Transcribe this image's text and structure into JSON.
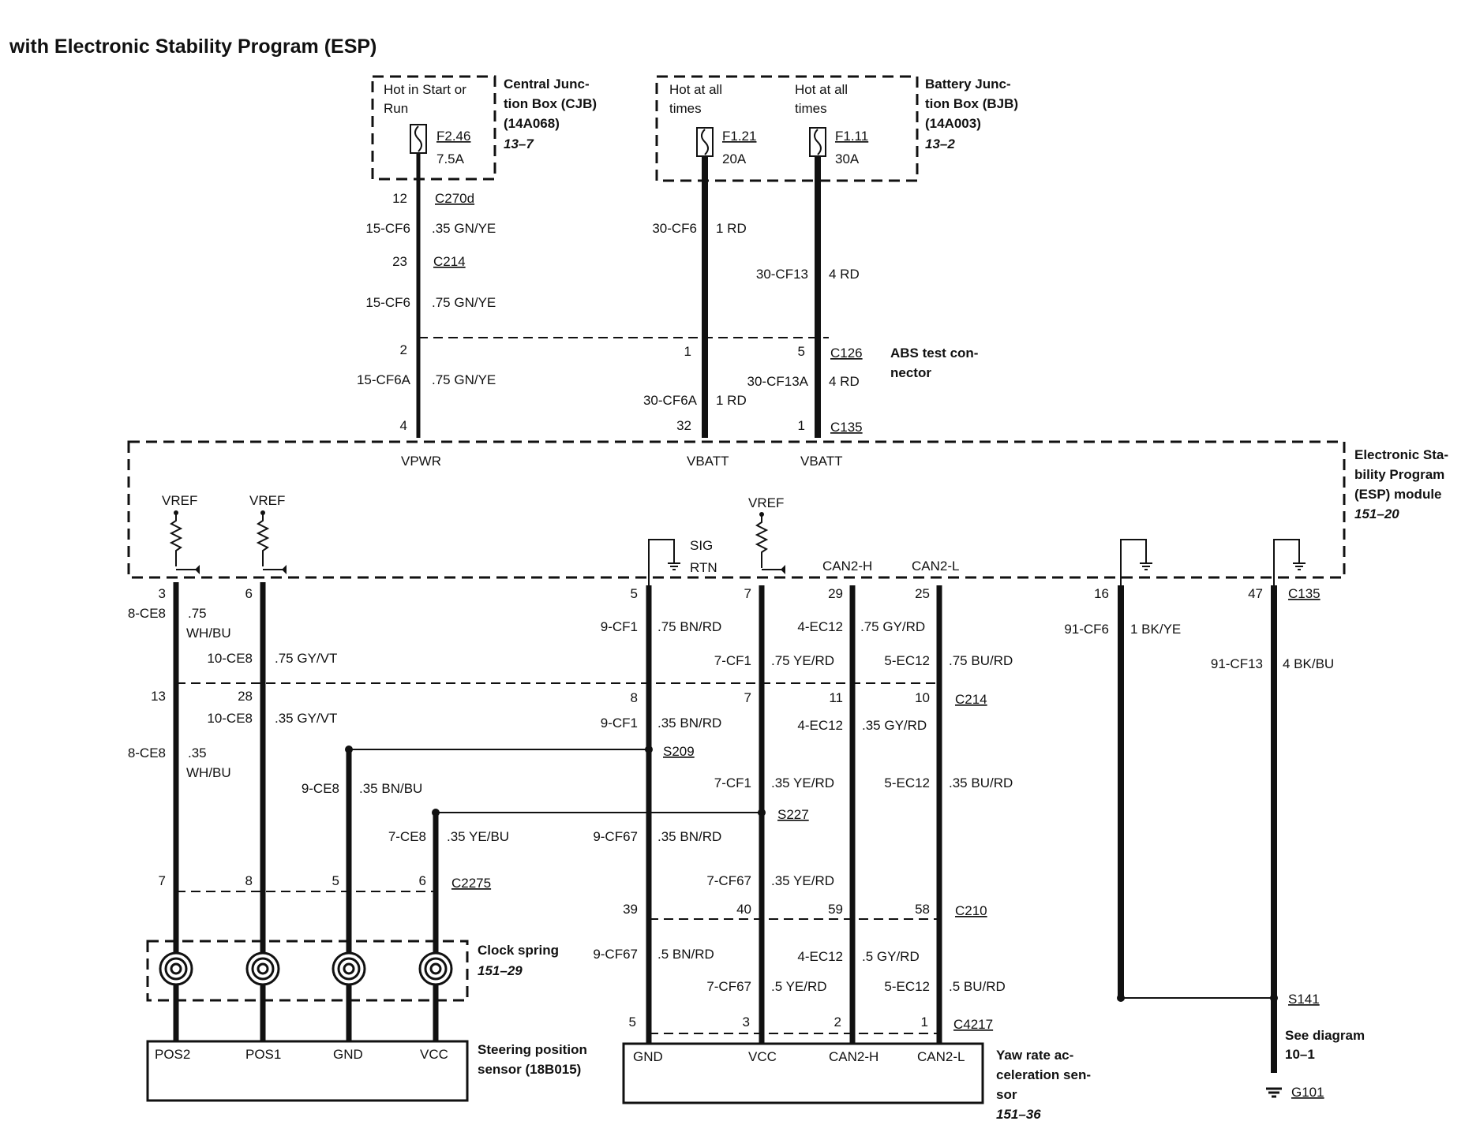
{
  "title": "with Electronic Stability Program (ESP)",
  "cjb": {
    "condition_l1": "Hot in Start or",
    "condition_l2": "Run",
    "fuse_id": "F2.46",
    "fuse_rating": "7.5A",
    "name_l1": "Central Junc-",
    "name_l2": "tion Box (CJB)",
    "part": "(14A068)",
    "ref": "13–7"
  },
  "bjb": {
    "fuse1_cond_l1": "Hot at all",
    "fuse1_cond_l2": "times",
    "fuse1_id": "F1.21",
    "fuse1_rating": "20A",
    "fuse2_cond_l1": "Hot at all",
    "fuse2_cond_l2": "times",
    "fuse2_id": "F1.11",
    "fuse2_rating": "30A",
    "name_l1": "Battery Junc-",
    "name_l2": "tion Box (BJB)",
    "part": "(14A003)",
    "ref": "13–2"
  },
  "power_wires": {
    "pin_12": "12",
    "c270d": "C270d",
    "w15cf6": "15-CF6",
    "g35gnye": ".35 GN/YE",
    "pin_23": "23",
    "c214": "C214",
    "w15cf6b": "15-CF6",
    "g75gnye": ".75 GN/YE",
    "w30cf6": "30-CF6",
    "g1rd": "1 RD",
    "w30cf13": "30-CF13",
    "g4rd": "4 RD",
    "pin_2": "2",
    "pin_1": "1",
    "pin_5": "5",
    "c126": "C126",
    "abs_l1": "ABS test con-",
    "abs_l2": "nector",
    "w15cf6a": "15-CF6A",
    "g75gnye_b": ".75 GN/YE",
    "w30cf13a": "30-CF13A",
    "g4rd_b": "4 RD",
    "w30cf6a": "30-CF6A",
    "g1rd_b": "1 RD",
    "pin_4": "4",
    "pin_32": "32",
    "pin_1b": "1",
    "c135": "C135",
    "vpwr": "VPWR",
    "vbatt1": "VBATT",
    "vbatt2": "VBATT"
  },
  "esp_module": {
    "name_l1": "Electronic Sta-",
    "name_l2": "bility Program",
    "name_l3": "(ESP) module",
    "ref": "151–20",
    "vref1": "VREF",
    "vref2": "VREF",
    "vref3": "VREF",
    "sig": "SIG",
    "rtn": "RTN",
    "can2h": "CAN2-H",
    "can2l": "CAN2-L"
  },
  "left_wires": {
    "pin_3": "3",
    "pin_6": "6",
    "w8ce8": "8-CE8",
    "g75": ".75",
    "whbu": "WH/BU",
    "w10ce8": "10-CE8",
    "g75gyvt": ".75 GY/VT",
    "pin_13": "13",
    "pin_28": "28",
    "w10ce8b": "10-CE8",
    "g35gyvt": ".35 GY/VT",
    "w8ce8b": "8-CE8",
    "g35": ".35",
    "whbu2": "WH/BU",
    "w9ce8": "9-CE8",
    "g35bnbu": ".35 BN/BU",
    "w7ce8": "7-CE8",
    "g35yebu": ".35 YE/BU",
    "pin_7": "7",
    "pin_8": "8",
    "pin_5": "5",
    "pin_6b": "6",
    "c2275": "C2275"
  },
  "right_wires": {
    "pin_5": "5",
    "pin_7": "7",
    "pin_29": "29",
    "pin_25": "25",
    "pin_16": "16",
    "pin_47": "47",
    "c135": "C135",
    "w9cf1": "9-CF1",
    "g75bnrd": ".75 BN/RD",
    "w4ec12": "4-EC12",
    "g75gyrd": ".75 GY/RD",
    "w91cf6": "91-CF6",
    "g1bkye": "1 BK/YE",
    "w7cf1": "7-CF1",
    "g75yerd": ".75 YE/RD",
    "w5ec12": "5-EC12",
    "g75burd": ".75 BU/RD",
    "w91cf13": "91-CF13",
    "g4bkbu": "4 BK/BU",
    "pin_8": "8",
    "pin_7b": "7",
    "pin_11": "11",
    "pin_10": "10",
    "c214": "C214",
    "w9cf1b": "9-CF1",
    "g35bnrd": ".35 BN/RD",
    "w4ec12b": "4-EC12",
    "g35gyrd": ".35 GY/RD",
    "s209": "S209",
    "w7cf1b": "7-CF1",
    "g35yerd": ".35 YE/RD",
    "w5ec12b": "5-EC12",
    "g35burd": ".35 BU/RD",
    "s227": "S227",
    "w9cf67": "9-CF67",
    "g35bnrd_b": ".35 BN/RD",
    "w7cf67": "7-CF67",
    "g35yerd_b": ".35 YE/RD",
    "pin_39": "39",
    "pin_40": "40",
    "pin_59": "59",
    "pin_58": "58",
    "c210": "C210",
    "w9cf67b": "9-CF67",
    "g5bnrd": ".5 BN/RD",
    "w4ec12c": "4-EC12",
    "g5gyrd": ".5 GY/RD",
    "w7cf67b": "7-CF67",
    "g5yerd": ".5 YE/RD",
    "w5ec12c": "5-EC12",
    "g5burd": ".5 BU/RD",
    "pin_5b": "5",
    "pin_3": "3",
    "pin_2": "2",
    "pin_1": "1",
    "c4217": "C4217",
    "s141": "S141",
    "see_l1": "See diagram",
    "see_l2": "10–1",
    "g101": "G101"
  },
  "clock_spring": {
    "name": "Clock spring",
    "ref": "151–29"
  },
  "steering_sensor": {
    "pos2": "POS2",
    "pos1": "POS1",
    "gnd": "GND",
    "vcc": "VCC",
    "name_l1": "Steering position",
    "name_l2": "sensor (18B015)"
  },
  "yaw_sensor": {
    "gnd": "GND",
    "vcc": "VCC",
    "can2h": "CAN2-H",
    "can2l": "CAN2-L",
    "name_l1": "Yaw rate ac-",
    "name_l2": "celeration sen-",
    "name_l3": "sor",
    "ref": "151–36"
  }
}
